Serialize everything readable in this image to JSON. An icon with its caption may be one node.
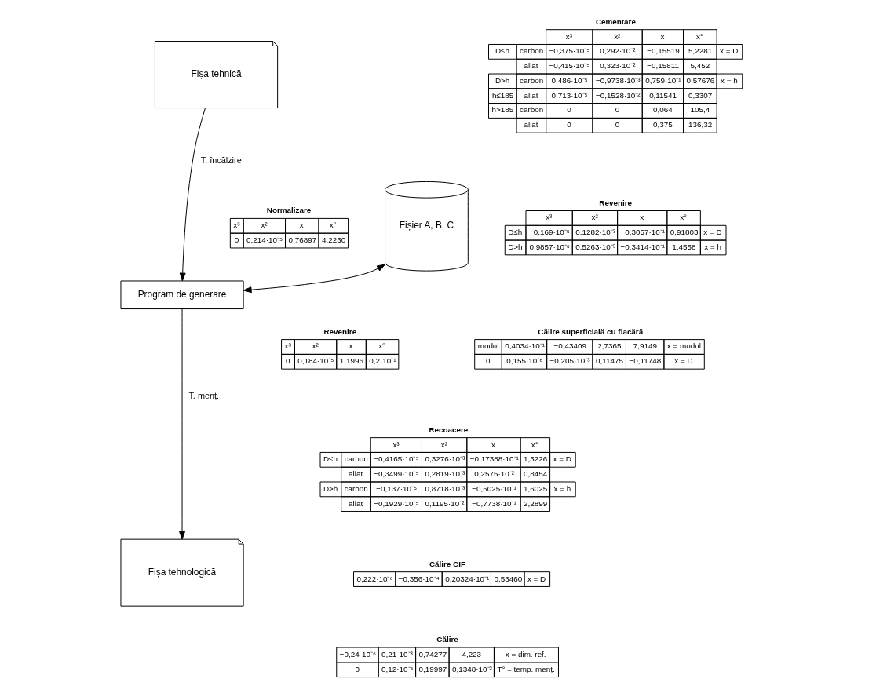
{
  "diagram": {
    "nodes": [
      {
        "text": [
          "Fișa tehnică"
        ]
      },
      {
        "text": [
          "Program de generare"
        ]
      },
      {
        "text": [
          "Fișier A, B, C"
        ]
      },
      {
        "text": [
          "Fișa tehnologică"
        ]
      }
    ],
    "edges": [
      {
        "from": 0,
        "to": 1,
        "arrow": "to",
        "label": "T. încălzire"
      },
      {
        "from": 1,
        "to": 2,
        "arrow": "both"
      },
      {
        "from": 1,
        "to": 3,
        "arrow": "to",
        "label": "T. menț."
      }
    ],
    "labels": [
      "Cementare",
      "x³",
      "x²",
      "x",
      "x°",
      "D≤h",
      "carbon",
      "−0,375·10⁻⁵",
      "0,292·10⁻²",
      "−0,15519",
      "5,2281",
      "x = D",
      "aliat",
      "−0,415·10⁻⁵",
      "0,323·10⁻²",
      "−0,15811",
      "5,452",
      "D>h",
      "carbon",
      "0,486·10⁻⁵",
      "−0,9738·10⁻³",
      "0,759·10⁻¹",
      "0,57676",
      "x = h",
      "h≤185",
      "aliat",
      "0,713·10⁻⁵",
      "−0,1528·10⁻²",
      "0,11541",
      "0,3307",
      "h>185",
      "carbon",
      "0",
      "0",
      "0,064",
      "105,4",
      "aliat",
      "0",
      "0",
      "0,375",
      "136,32",
      "Normalizare",
      "x³",
      "x²",
      "x",
      "x°",
      "0",
      "0,214·10⁻⁵",
      "0,76897",
      "4,2230",
      "Revenire",
      "x³",
      "x²",
      "x",
      "x°",
      "D≤h",
      "−0,169·10⁻⁵",
      "0,1282·10⁻³",
      "−0,3057·10⁻¹",
      "0,91803",
      "x = D",
      "D>h",
      "0,9857·10⁻⁶",
      "0,5263·10⁻³",
      "−0,3414·10⁻¹",
      "1,4558",
      "x = h",
      "Călire superficială cu flacără",
      "modul",
      "0,4034·10⁻¹",
      "−0,43409",
      "2,7365",
      "7,9149",
      "x = modul",
      "0",
      "0,155·10⁻⁶",
      "−0,205·10⁻³",
      "0,11475",
      "−0,11748",
      "x = D",
      "Revenire",
      "x³",
      "x²",
      "x",
      "x°",
      "0",
      "0,184·10⁻⁵",
      "1,1996",
      "0,2·10⁻¹",
      "Recoacere",
      "x³",
      "x²",
      "x",
      "x°",
      "D≤h",
      "carbon",
      "−0,4165·10⁻⁵",
      "0,3276·10⁻³",
      "−0,17388·10⁻¹",
      "1,3226",
      "x = D",
      "aliat",
      "−0,3499·10⁻⁵",
      "0,2819·10⁻³",
      "0,2575·10⁻²",
      "0,8454",
      "D>h",
      "carbon",
      "−0,137·10⁻⁵",
      "0,8718·10⁻³",
      "−0,5025·10⁻¹",
      "1,6025",
      "x = h",
      "aliat",
      "−0,1929·10⁻⁵",
      "0,1195·10⁻²",
      "−0,7738·10⁻¹",
      "2,2899",
      "Călire CIF",
      "0,222·10⁻⁶",
      "−0,356·10⁻⁴",
      "0,20324·10⁻¹",
      "0,53460",
      "x = D",
      "Călire",
      "−0,24·10⁻⁶",
      "0,21·10⁻³",
      "0,74277",
      "4,223",
      "x = dim. ref.",
      "0",
      "0,12·10⁻⁶",
      "0,19997",
      "0,1348·10⁻²",
      "T° = temp. menț."
    ]
  }
}
